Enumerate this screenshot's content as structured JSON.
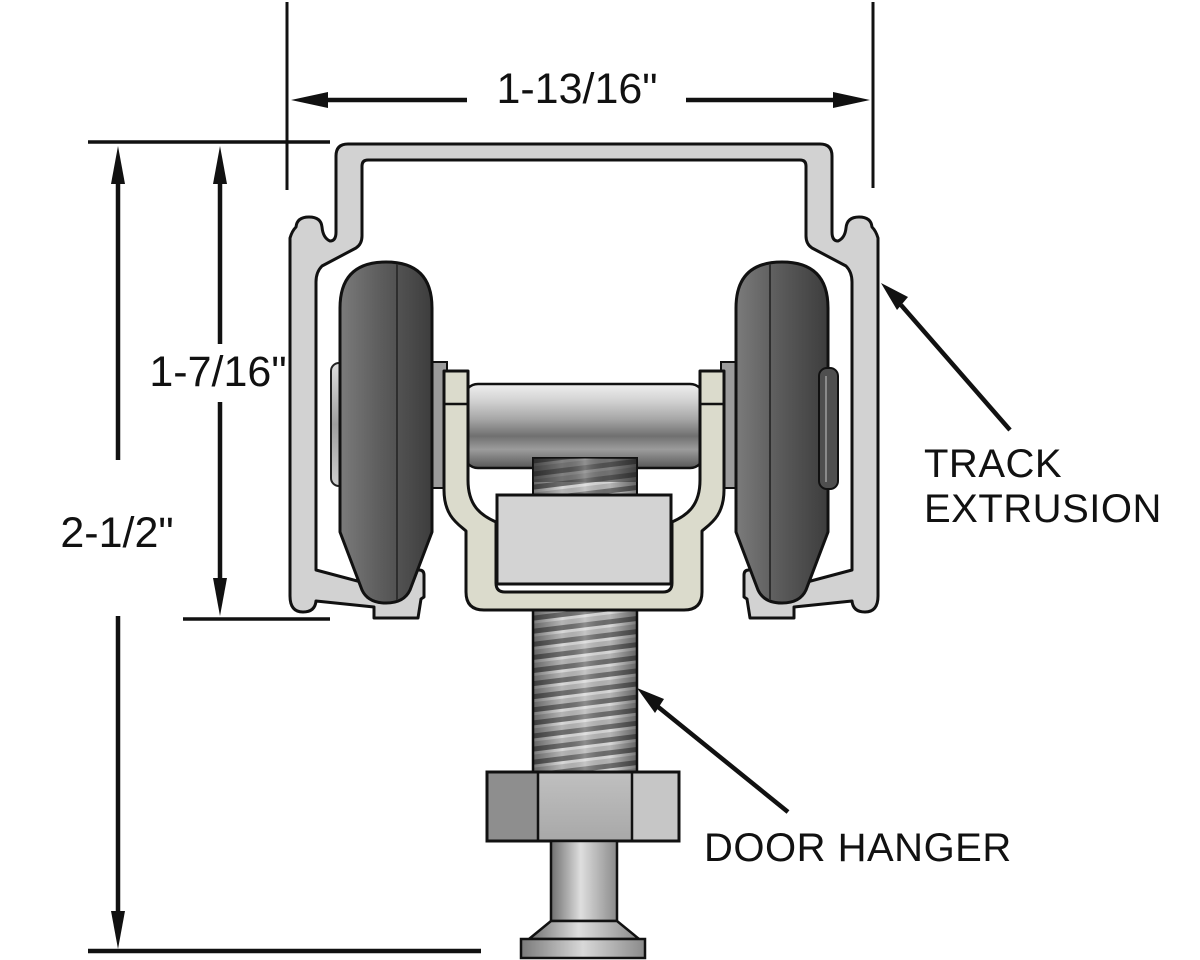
{
  "diagram": {
    "type": "technical-cross-section",
    "subject": "sliding door hanger and track extrusion",
    "dimensions": {
      "overall_width": "1-13/16\"",
      "track_height": "1-7/16\"",
      "overall_height": "2-1/2\""
    },
    "labels": {
      "track_extrusion_line1": "TRACK",
      "track_extrusion_line2": "EXTRUSION",
      "door_hanger": "DOOR HANGER"
    },
    "colors": {
      "background": "#ffffff",
      "outline": "#111111",
      "extrusion_fill": "#d2d2d2",
      "roller_fill": "#555555",
      "bracket_fill": "#dbdbcc",
      "block_fill": "#d3d3d3",
      "nut_fill": "#b4b4b4",
      "metal_light": "#d9d9d9"
    }
  }
}
